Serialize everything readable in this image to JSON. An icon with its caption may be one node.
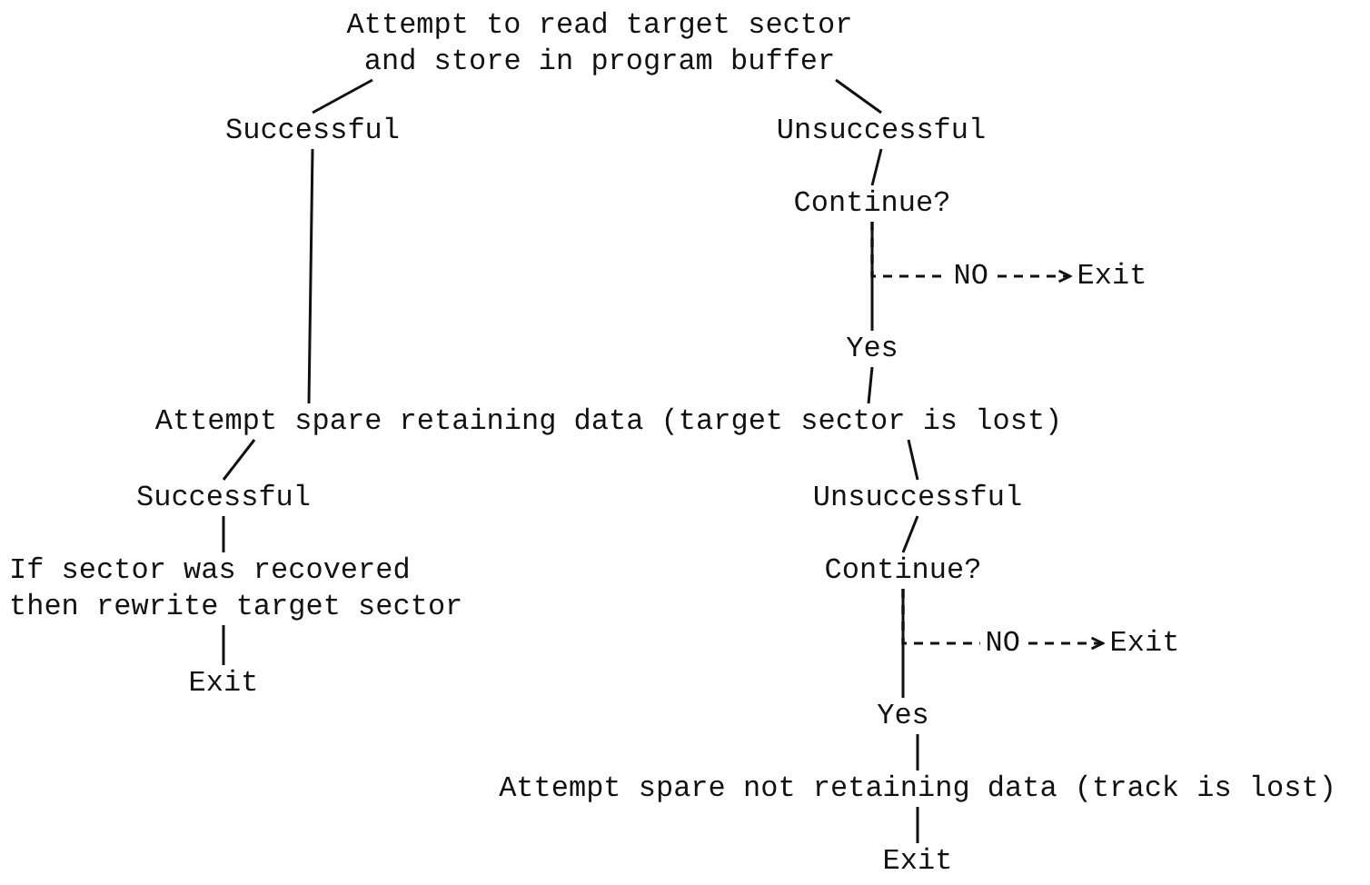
{
  "diagram": {
    "nodes": [
      {
        "text": [
          "Attempt to read target sector and store in program buffer"
        ]
      },
      {
        "text": [
          "Successful"
        ]
      },
      {
        "text": [
          "Unsuccessful"
        ]
      },
      {
        "text": [
          "Continue?"
        ]
      },
      {
        "text": [
          "Exit"
        ]
      },
      {
        "text": [
          "Yes"
        ]
      },
      {
        "text": [
          "Attempt spare retaining data (target sector is lost)"
        ]
      },
      {
        "text": [
          "Successful"
        ]
      },
      {
        "text": [
          "Unsuccessful"
        ]
      },
      {
        "text": [
          "If sector was recovered then rewrite target sector"
        ]
      },
      {
        "text": [
          "Exit"
        ]
      },
      {
        "text": [
          "Continue?"
        ]
      },
      {
        "text": [
          "Exit"
        ]
      },
      {
        "text": [
          "Yes"
        ]
      },
      {
        "text": [
          "Attempt spare not retaining data (track is lost)"
        ]
      },
      {
        "text": [
          "Exit"
        ]
      }
    ],
    "edges": [
      {
        "from": 0,
        "to": 1,
        "arrow": "none"
      },
      {
        "from": 0,
        "to": 2,
        "arrow": "none"
      },
      {
        "from": 2,
        "to": 3,
        "arrow": "none"
      },
      {
        "from": 3,
        "to": 4,
        "arrow": "to",
        "label": "NO",
        "style": "dashed"
      },
      {
        "from": 3,
        "to": 5,
        "arrow": "none"
      },
      {
        "from": 1,
        "to": 6,
        "arrow": "none"
      },
      {
        "from": 5,
        "to": 6,
        "arrow": "none"
      },
      {
        "from": 6,
        "to": 7,
        "arrow": "none"
      },
      {
        "from": 6,
        "to": 8,
        "arrow": "none"
      },
      {
        "from": 7,
        "to": 9,
        "arrow": "none"
      },
      {
        "from": 9,
        "to": 10,
        "arrow": "none"
      },
      {
        "from": 8,
        "to": 11,
        "arrow": "none"
      },
      {
        "from": 11,
        "to": 12,
        "arrow": "to",
        "label": "NO",
        "style": "dashed"
      },
      {
        "from": 11,
        "to": 13,
        "arrow": "none"
      },
      {
        "from": 13,
        "to": 14,
        "arrow": "none"
      },
      {
        "from": 14,
        "to": 15,
        "arrow": "none"
      }
    ]
  }
}
